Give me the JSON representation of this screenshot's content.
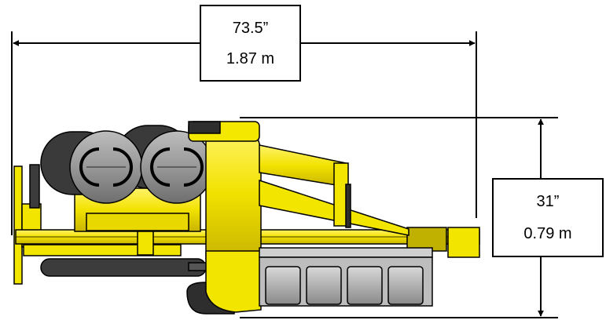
{
  "dimensions": {
    "width": {
      "imperial": "73.5”",
      "metric": "1.87 m"
    },
    "height": {
      "imperial": "31”",
      "metric": "0.79 m"
    }
  },
  "colors": {
    "machine_yellow": "#f2e600",
    "tank_gray": "#9a9a9a",
    "dark_gray": "#3c3c3c",
    "line_black": "#000000"
  }
}
